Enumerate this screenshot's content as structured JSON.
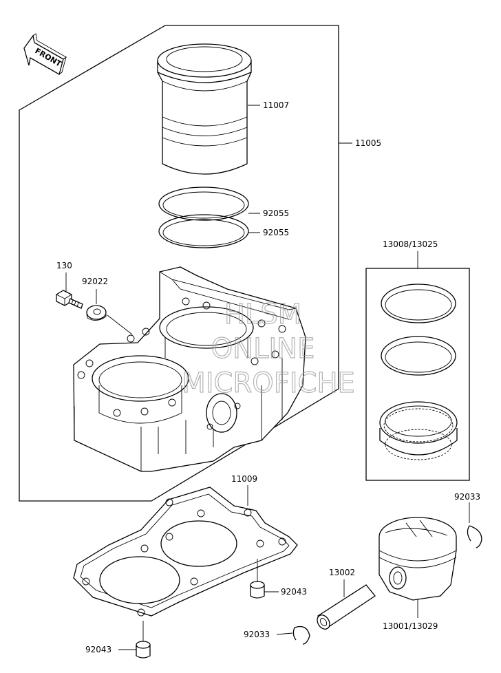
{
  "labels": {
    "front": "FRONT",
    "p11007": "11007",
    "p11005": "11005",
    "p92055_a": "92055",
    "p92055_b": "92055",
    "p130": "130",
    "p92022": "92022",
    "p13008": "13008/13025",
    "p11009": "11009",
    "p92033_a": "92033",
    "p13002": "13002",
    "p92043_a": "92043",
    "p92033_b": "92033",
    "p13001": "13001/13029",
    "p92043_b": "92043"
  },
  "watermark": {
    "line1": "HLSM",
    "line2": "ONLINE",
    "line3": "MICROFICHE"
  }
}
